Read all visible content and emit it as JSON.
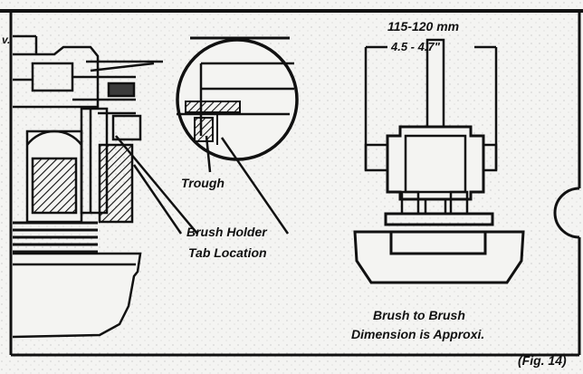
{
  "labels": {
    "corner_fragment": "v.",
    "dimension_mm": "115-120 mm",
    "dimension_in": "4.5 - 4.7\"",
    "trough": "Trough",
    "brush_holder_line1": "Brush Holder",
    "brush_holder_line2": "Tab Location",
    "brush_to_brush_line1": "Brush to Brush",
    "brush_to_brush_line2": "Dimension is Approxi.",
    "figure_number": "(Fig. 14)"
  },
  "colors": {
    "ink": "#111111",
    "paper": "#f4f4f2",
    "shade": "#3a3a3a"
  }
}
